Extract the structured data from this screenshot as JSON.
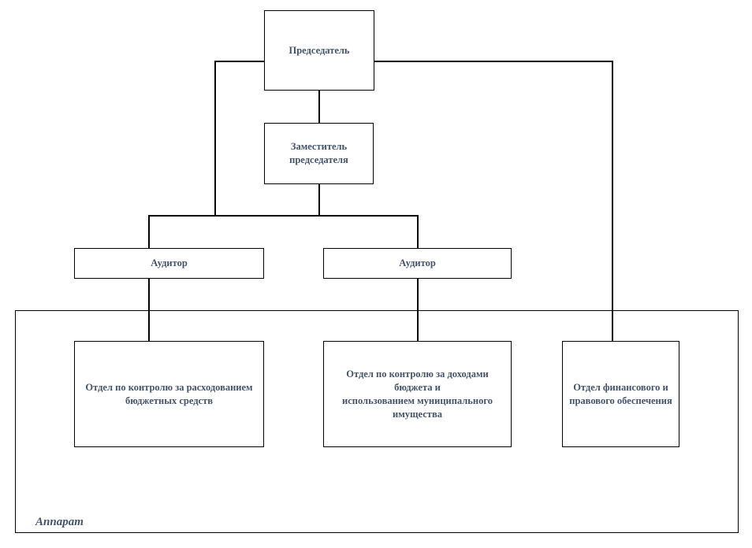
{
  "diagram": {
    "type": "org_chart",
    "nodes": {
      "chairman": "Председатель",
      "deputy_chairman": "Заместитель\nпредседателя",
      "auditor_1": "Аудитор",
      "auditor_2": "Аудитор",
      "dept_expenditure_control": "Отдел по контролю за расходованием\nбюджетных средств",
      "dept_revenue_property_control": "Отдел по контролю за доходами бюджета и\nиспользованием муниципального\nимущества",
      "dept_finance_legal": "Отдел финансового и\nправового обеспечения",
      "apparatus": "Аппарат"
    },
    "edges": [
      {
        "from": "chairman",
        "to": "deputy_chairman"
      },
      {
        "from": "chairman",
        "to": "auditors_bus"
      },
      {
        "from": "deputy_chairman",
        "to": "auditor_1"
      },
      {
        "from": "deputy_chairman",
        "to": "auditor_2"
      },
      {
        "from": "auditor_1",
        "to": "dept_expenditure_control"
      },
      {
        "from": "auditor_2",
        "to": "dept_revenue_property_control"
      },
      {
        "from": "chairman",
        "to": "dept_finance_legal"
      }
    ],
    "colors": {
      "text": "#44546a",
      "line": "#000000",
      "background": "#ffffff"
    }
  }
}
